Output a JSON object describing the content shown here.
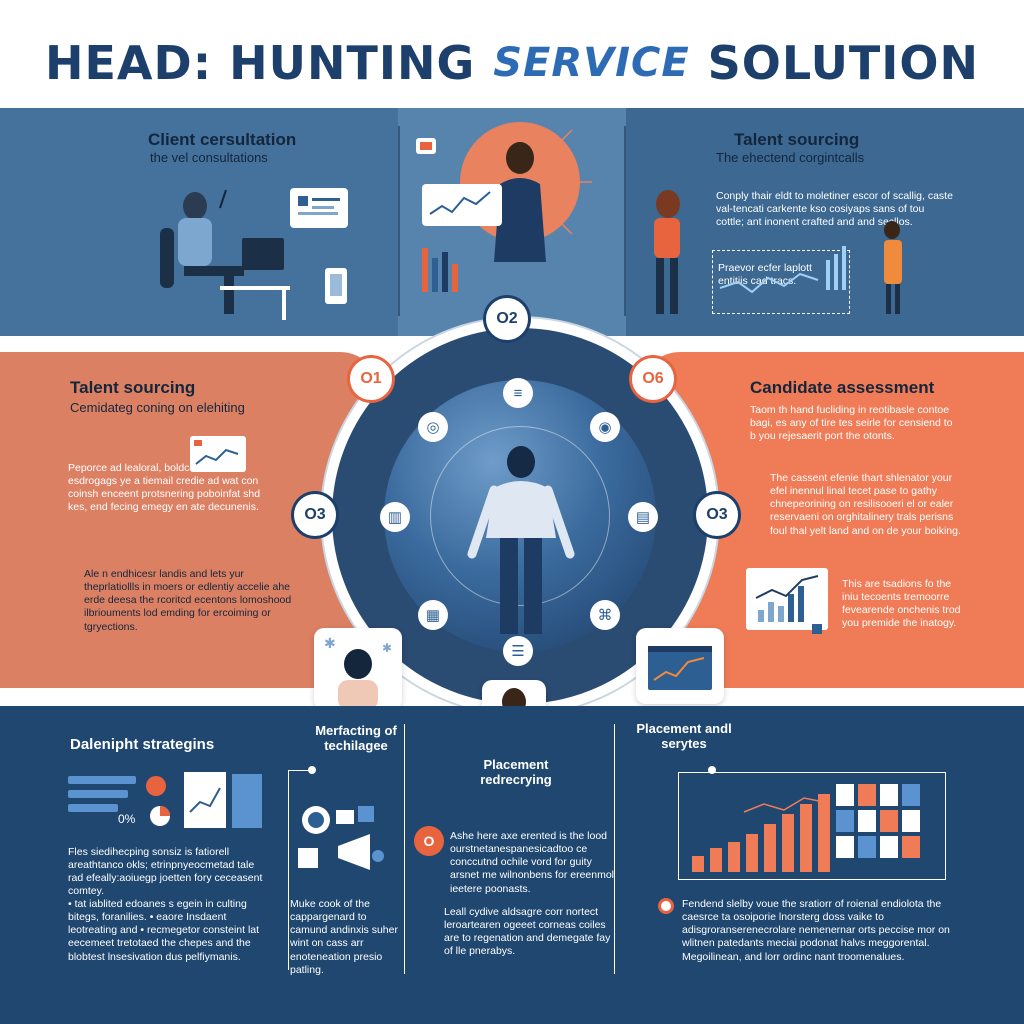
{
  "title": {
    "part1": "HEAD: HUNTING",
    "part2": "SERVICE",
    "part3": "SOLUTION"
  },
  "top": {
    "left": {
      "heading": "Client cersultation",
      "sub": "the vel consultations"
    },
    "right": {
      "heading": "Talent sourcing",
      "sub": "The ehectend corgintcalls",
      "text1": "Conply thair eldt to moletiner escor of scallig, caste val-tencati carkente kso cosiyaps sans of tou cottle; ant inonent crafted and and secllos.",
      "text2": "Praevor ecfer laplott entitiis cad tracs."
    }
  },
  "steps": {
    "n01": "O1",
    "n02": "O2",
    "n03_left": "O3",
    "n03_right": "O3",
    "n06": "O6"
  },
  "mid_left": {
    "heading": "Talent sourcing",
    "sub": "Cemidateg coning on elehiting",
    "text1": "Peporce ad lealoral, boldcae doone esdrogags ye a tiemail credie ad wat con coinsh enceent protsnering poboinfat shd kes, end fecing emegy en ate decunenis.",
    "text2": "Ale n endhicesr landis and lets yur theprlatiollls in moers or edlentiy accelie ahe erde deesa the rcoritcd ecentons lomoshood ilbriouments lod emding for ercoiming or tgryections."
  },
  "mid_right": {
    "heading": "Candidate assessment",
    "text1": "Taom th hand fucliding in reotibasle contoe bagi, es any of tire tes seirle for censiend to b you rejesaerit port the otonts.",
    "text2": "The cassent efenie thart shlenator your efel inennul linal tecet pase to gathy chnepeorining on resilisooeri el or ealer reservaeni on orghitalinery trals perisns foul thal yelt land and on de your boiking.",
    "text3": "This are tsadions fo the iniu tecoents tremoorre fevearende onchenis trod you premide the inatogy."
  },
  "bottom": {
    "col1": {
      "heading": "Dalenipht strategins",
      "pct": "0%",
      "text1": "Fles siedihecping sonsiz is fatiorell areathtanco okls; etrinpnyeocmetad tale rad efeally:aoiuegp joetten fory ceceasent comtey.",
      "text2": "• tat iablited edoanes s egein in culting bitegs, foranilies. • eaore Insdaent leotreating and • recmegetor consteint lat eecemeet tretotaed the chepes and the blobtest lnsesivation dus pelfiymanis."
    },
    "col2": {
      "heading": "Merfacting of techilagee",
      "text1": "Muke cook of the cappargenard to camund andinxis suher wint on cass arr enoteneation presio patling."
    },
    "col3": {
      "heading": "Placement redrecrying",
      "badge": "O",
      "text1": "Ashe here axe erented is the lood ourstnetanespanesicadtoo ce conccutnd ochile vord for guity arsnet me wilnonbens for ereenmol ieetere poonasts.",
      "text2": "Leall cydive aldsagre corr nortect leroartearen ogeeet corneas coiles are to regenation and demegate fay of lle pnerabys."
    },
    "col4": {
      "heading": "Placement andl serytes",
      "text1": "Fendend slelby voue the sratiorr of roienal endiolota the caesrce ta osoiporie lnorsterg doss vaike to adisgroranserenecrolare nemenernar orts peccise mor on wlitnen patedants meciai podonat halvs meggorental. Megoilinean, and lorr ordinc nant troomenalues."
    }
  },
  "colors": {
    "navy": "#1f4770",
    "steel": "#45729c",
    "coral": "#dc8064",
    "orange": "#ef7c57",
    "accent": "#e8643e"
  }
}
